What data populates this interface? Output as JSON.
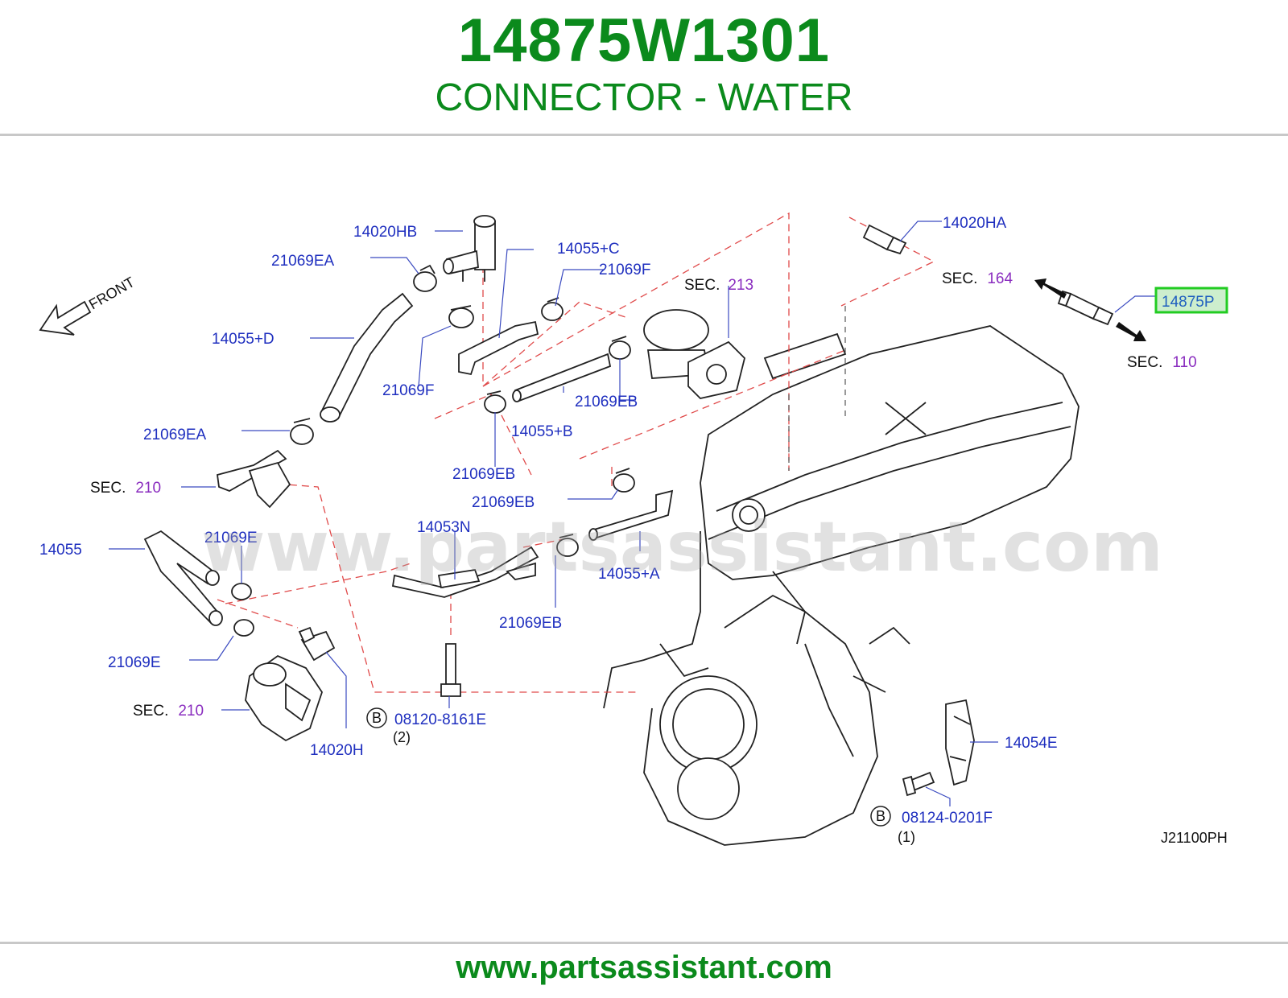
{
  "header": {
    "part_number": "14875W1301",
    "part_name": "CONNECTOR - WATER"
  },
  "watermark": "www.partsassistant.com",
  "footer": {
    "url": "www.partsassistant.com"
  },
  "colors": {
    "brand_green": "#0b8a1c",
    "label_blue": "#1f2fbf",
    "section_purple": "#8a2dbf",
    "leader_dash_red": "#e04a4a",
    "highlight_border": "#22cc22",
    "highlight_fill": "#cdeecd"
  },
  "diagram": {
    "front_label": "FRONT",
    "code": "J21100PH",
    "labels": {
      "l_14020hb": "14020HB",
      "l_21069ea_top": "21069EA",
      "l_14055c": "14055+C",
      "l_21069f_top": "21069F",
      "l_14055d": "14055+D",
      "l_21069f_mid": "21069F",
      "l_21069eb_top": "21069EB",
      "l_14055b": "14055+B",
      "l_21069ea_mid": "21069EA",
      "l_21069eb_mid": "21069EB",
      "l_21069eb_low": "21069EB",
      "l_14053n": "14053N",
      "l_14055": "14055",
      "l_21069e_top": "21069E",
      "l_14055a": "14055+A",
      "l_21069eb_bottom": "21069EB",
      "l_21069e_bottom": "21069E",
      "l_14020h": "14020H",
      "l_08120": "08120-8161E",
      "l_08124": "08124-0201F",
      "l_14054e": "14054E",
      "l_14020ha": "14020HA",
      "l_14875p": "14875P"
    },
    "sections": {
      "s213": {
        "word": "SEC.",
        "num": "213"
      },
      "s164": {
        "word": "SEC.",
        "num": "164"
      },
      "s110": {
        "word": "SEC.",
        "num": "110"
      },
      "s210_top": {
        "word": "SEC.",
        "num": "210"
      },
      "s210_bottom": {
        "word": "SEC.",
        "num": "210"
      }
    },
    "bolt_markers": {
      "b1": {
        "letter": "B",
        "qty": "(2)"
      },
      "b2": {
        "letter": "B",
        "qty": "(1)"
      }
    }
  }
}
